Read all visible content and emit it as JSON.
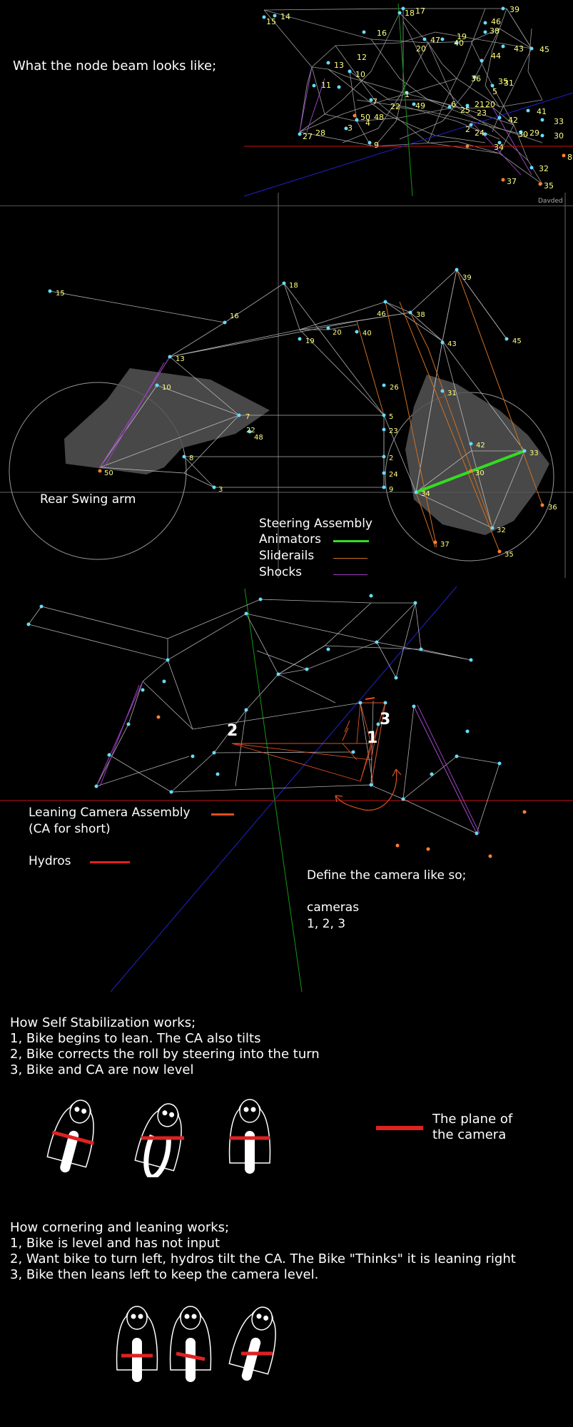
{
  "section1": {
    "title": "What the node beam looks like;",
    "node_labels": [
      "15",
      "14",
      "16",
      "18",
      "17",
      "39",
      "46",
      "38",
      "47",
      "20",
      "19",
      "40",
      "43",
      "45",
      "13",
      "12",
      "44",
      "11",
      "10",
      "36",
      "35",
      "31",
      "5",
      "7",
      "1",
      "49",
      "22",
      "6",
      "25",
      "21",
      "20",
      "23",
      "42",
      "41",
      "33",
      "50",
      "48",
      "3",
      "4",
      "28",
      "27",
      "9",
      "24",
      "2",
      "34",
      "37",
      "32",
      "35",
      "30",
      "29",
      "30",
      "8"
    ],
    "credit": "Davded"
  },
  "section2": {
    "node_labels": [
      {
        "id": "15"
      },
      {
        "id": "18"
      },
      {
        "id": "16"
      },
      {
        "id": "39"
      },
      {
        "id": "46"
      },
      {
        "id": "38"
      },
      {
        "id": "20"
      },
      {
        "id": "40"
      },
      {
        "id": "19"
      },
      {
        "id": "43"
      },
      {
        "id": "45"
      },
      {
        "id": "13"
      },
      {
        "id": "10"
      },
      {
        "id": "26"
      },
      {
        "id": "31"
      },
      {
        "id": "7"
      },
      {
        "id": "22"
      },
      {
        "id": "48"
      },
      {
        "id": "5"
      },
      {
        "id": "23"
      },
      {
        "id": "42"
      },
      {
        "id": "33"
      },
      {
        "id": "8"
      },
      {
        "id": "2"
      },
      {
        "id": "30"
      },
      {
        "id": "50"
      },
      {
        "id": "24"
      },
      {
        "id": "3"
      },
      {
        "id": "9"
      },
      {
        "id": "34"
      },
      {
        "id": "36"
      },
      {
        "id": "32"
      },
      {
        "id": "37"
      },
      {
        "id": "35"
      }
    ],
    "swing_arm_label": "Rear Swing arm",
    "legend_title": "Steering Assembly",
    "legend": [
      {
        "label": "Animators",
        "color": "#33dd22"
      },
      {
        "label": "Sliderails",
        "color": "#d07020"
      },
      {
        "label": "Shocks",
        "color": "#9b3fbf"
      }
    ]
  },
  "section3": {
    "camera_numbers": [
      "2",
      "1",
      "3"
    ],
    "ca_label_1": "Leaning Camera Assembly",
    "ca_label_2": "(CA for short)",
    "ca_color": "#e05020",
    "hydros_label": "Hydros",
    "hydros_color": "#dd2222",
    "define_1": "Define the camera like so;",
    "define_2": "cameras",
    "define_3": "1, 2, 3"
  },
  "section4": {
    "lines": [
      "How Self Stabilization works;",
      "1, Bike begins to lean. The CA also tilts",
      "2, Bike corrects the roll by steering into the turn",
      "3, Bike and CA are now level"
    ],
    "plane_label_1": "The plane of",
    "plane_label_2": "the camera",
    "plane_color": "#dd2222"
  },
  "section5": {
    "lines": [
      "How cornering and leaning works;",
      "1, Bike is level and has not input",
      "2, Want bike to turn left, hydros tilt the CA. The Bike \"Thinks\" it is leaning right",
      "3, Bike then leans left to keep the camera level."
    ]
  }
}
